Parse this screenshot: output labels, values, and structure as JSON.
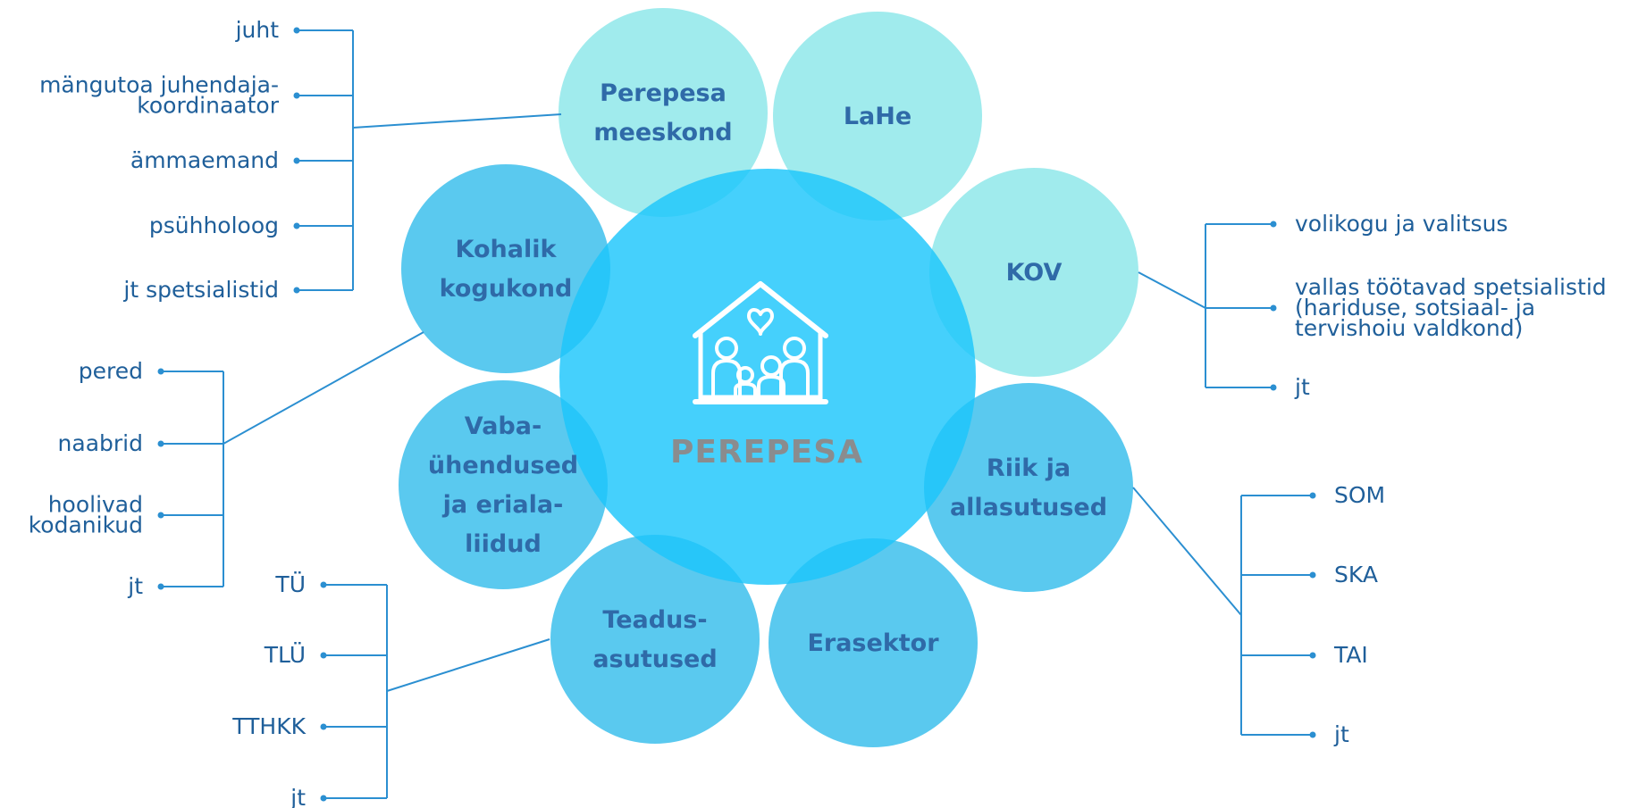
{
  "colors": {
    "light_circle": "#98e9ec",
    "medium_circle": "#3dc0ec",
    "center_circle": "#1cc6fb",
    "circle_text": "#2f6aa8",
    "center_text": "#8a8c8e",
    "branch_line": "#2b8fd1",
    "item_text": "#1f5f9a",
    "icon": "#ffffff"
  },
  "center": {
    "label": "PEREPESA",
    "icon": "house-family-heart-icon"
  },
  "nodes": {
    "perepesa_meeskond": [
      "Perepesa",
      "meeskond"
    ],
    "lahe": [
      "LaHe"
    ],
    "kov": [
      "KOV"
    ],
    "riik": [
      "Riik ja",
      "allasutused"
    ],
    "erasektor": [
      "Erasektor"
    ],
    "teadusasutused": [
      "Teadus-",
      "asutused"
    ],
    "vabauhendused": [
      "Vaba-",
      "ühendused",
      "ja eriala-",
      "liidud"
    ],
    "kohalik_kogukond": [
      "Kohalik",
      "kogukond"
    ]
  },
  "branches": {
    "perepesa_meeskond": [
      [
        "juht"
      ],
      [
        "mängutoa juhendaja-",
        "koordinaator"
      ],
      [
        "ämmaemand"
      ],
      [
        "psühholoog"
      ],
      [
        "jt spetsialistid"
      ]
    ],
    "kohalik_kogukond": [
      [
        "pered"
      ],
      [
        "naabrid"
      ],
      [
        "hoolivad",
        "kodanikud"
      ],
      [
        "jt"
      ]
    ],
    "teadusasutused": [
      [
        "TÜ"
      ],
      [
        "TLÜ"
      ],
      [
        "TTHKK"
      ],
      [
        "jt"
      ]
    ],
    "kov": [
      [
        "volikogu ja valitsus"
      ],
      [
        "vallas töötavad spetsialistid",
        "(hariduse, sotsiaal- ja",
        "tervishoiu valdkond)"
      ],
      [
        "jt"
      ]
    ],
    "riik": [
      [
        "SOM"
      ],
      [
        "SKA"
      ],
      [
        "TAI"
      ],
      [
        "jt"
      ]
    ]
  }
}
